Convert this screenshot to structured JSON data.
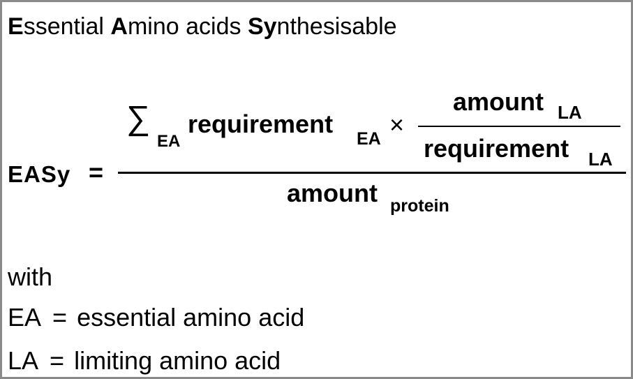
{
  "title": {
    "w1_initial": "E",
    "w1_rest": "ssential",
    "w2_initial": "A",
    "w2_rest": "mino acids",
    "w3_initial": "Sy",
    "w3_rest": "nthesisable"
  },
  "formula": {
    "lhs": "EASy",
    "equals": "=",
    "sum_symbol": "∑",
    "sum_subscript": "EA",
    "numerator_term": "requirement",
    "numerator_term_subscript": "EA",
    "times": "×",
    "inner_numerator": "amount",
    "inner_numerator_subscript": "LA",
    "inner_denominator": "requirement",
    "inner_denominator_subscript": "LA",
    "denominator": "amount",
    "denominator_subscript": "protein"
  },
  "legend": {
    "intro": "with",
    "items": [
      {
        "symbol": "EA",
        "equals": "=",
        "meaning": "essential amino acid"
      },
      {
        "symbol": "LA",
        "equals": "=",
        "meaning": "limiting amino acid"
      }
    ]
  }
}
